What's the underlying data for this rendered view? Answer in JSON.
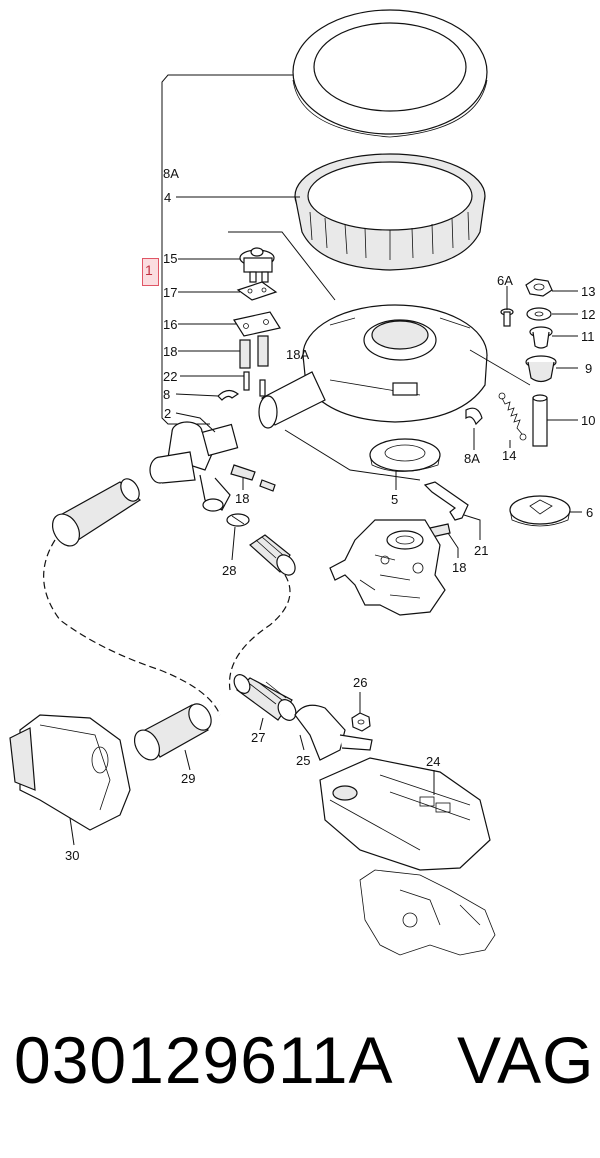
{
  "footer": {
    "part_number": "030129611A",
    "brand": "VAG"
  },
  "highlight": {
    "label": "1"
  },
  "callouts": {
    "c8A_left": "8A",
    "c4": "4",
    "c15": "15",
    "c17": "17",
    "c16": "16",
    "c18_left": "18",
    "c18A": "18A",
    "c22": "22",
    "c8": "8",
    "c2": "2",
    "c6A": "6A",
    "c13": "13",
    "c12": "12",
    "c11": "11",
    "c9": "9",
    "c10": "10",
    "c14": "14",
    "c8A_right": "8A",
    "c5": "5",
    "c6": "6",
    "c18_mid": "18",
    "c21": "21",
    "c18_right": "18",
    "c28": "28",
    "c26": "26",
    "c27": "27",
    "c25": "25",
    "c24": "24",
    "c29": "29",
    "c30": "30"
  },
  "colors": {
    "highlight": "#e05565",
    "line": "#111111"
  }
}
